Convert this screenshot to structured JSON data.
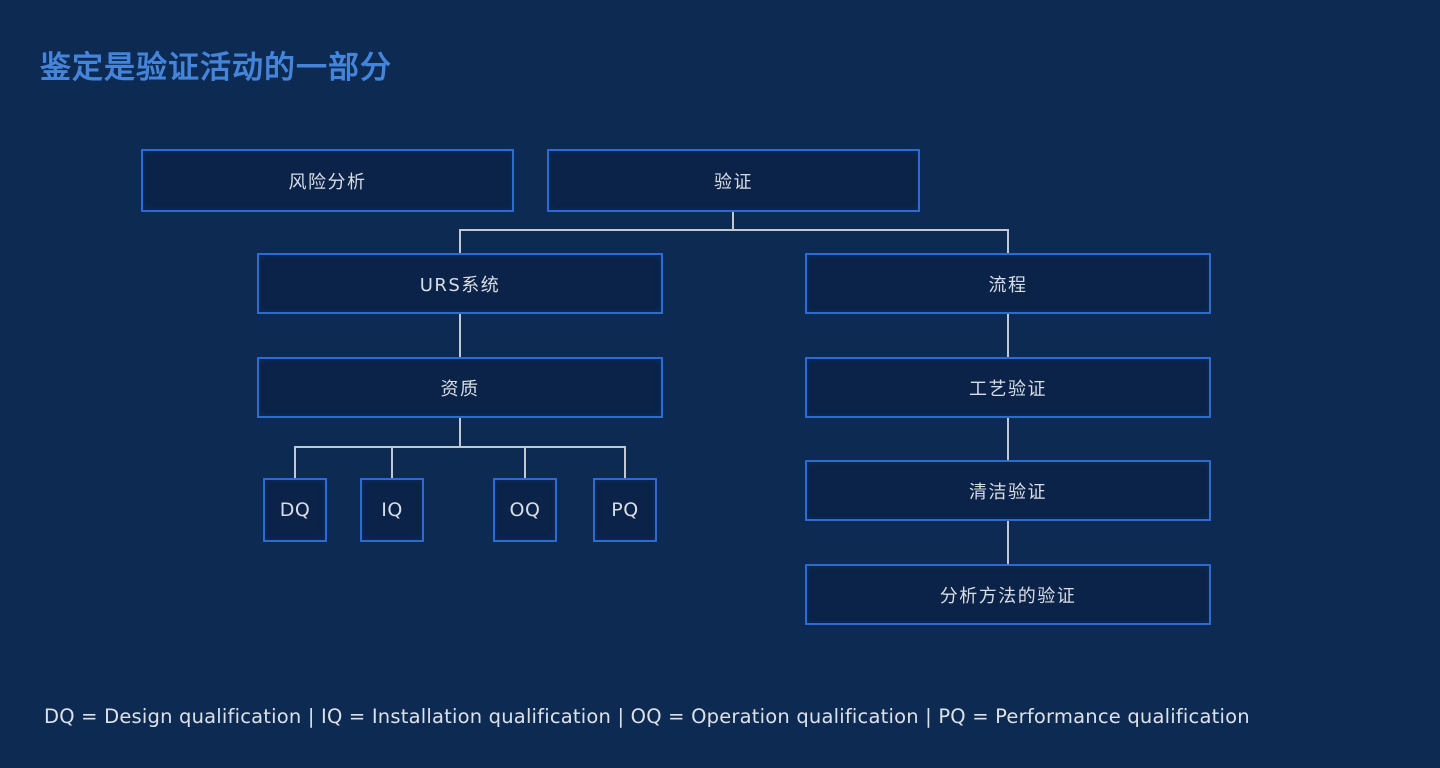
{
  "title": "鉴定是验证活动的一部分",
  "nodes": {
    "risk": {
      "label": "风险分析"
    },
    "validation": {
      "label": "验证"
    },
    "urs": {
      "label": "URS系统"
    },
    "process": {
      "label": "流程"
    },
    "qual": {
      "label": "资质"
    },
    "dq": {
      "label": "DQ"
    },
    "iq": {
      "label": "IQ"
    },
    "oq": {
      "label": "OQ"
    },
    "pq": {
      "label": "PQ"
    },
    "procval": {
      "label": "工艺验证"
    },
    "cleanval": {
      "label": "清洁验证"
    },
    "analytval": {
      "label": "分析方法的验证"
    }
  },
  "edges": [
    {
      "from": "验证",
      "to": "URS系统"
    },
    {
      "from": "验证",
      "to": "流程"
    },
    {
      "from": "URS系统",
      "to": "资质"
    },
    {
      "from": "资质",
      "to": "DQ"
    },
    {
      "from": "资质",
      "to": "IQ"
    },
    {
      "from": "资质",
      "to": "OQ"
    },
    {
      "from": "资质",
      "to": "PQ"
    },
    {
      "from": "流程",
      "to": "工艺验证"
    },
    {
      "from": "工艺验证",
      "to": "清洁验证"
    },
    {
      "from": "清洁验证",
      "to": "分析方法的验证"
    }
  ],
  "footer": "DQ = Design qualification | IQ = Installation qualification | OQ = Operation qualification | PQ = Performance qualification",
  "colors": {
    "background": "#0d2a52",
    "box_border": "#2c6bd2",
    "box_fill": "#0b2349",
    "box_text": "#d9dde4",
    "title_text": "#4484da",
    "connector": "#c3c9d2",
    "footer_text": "#dce1e8"
  }
}
